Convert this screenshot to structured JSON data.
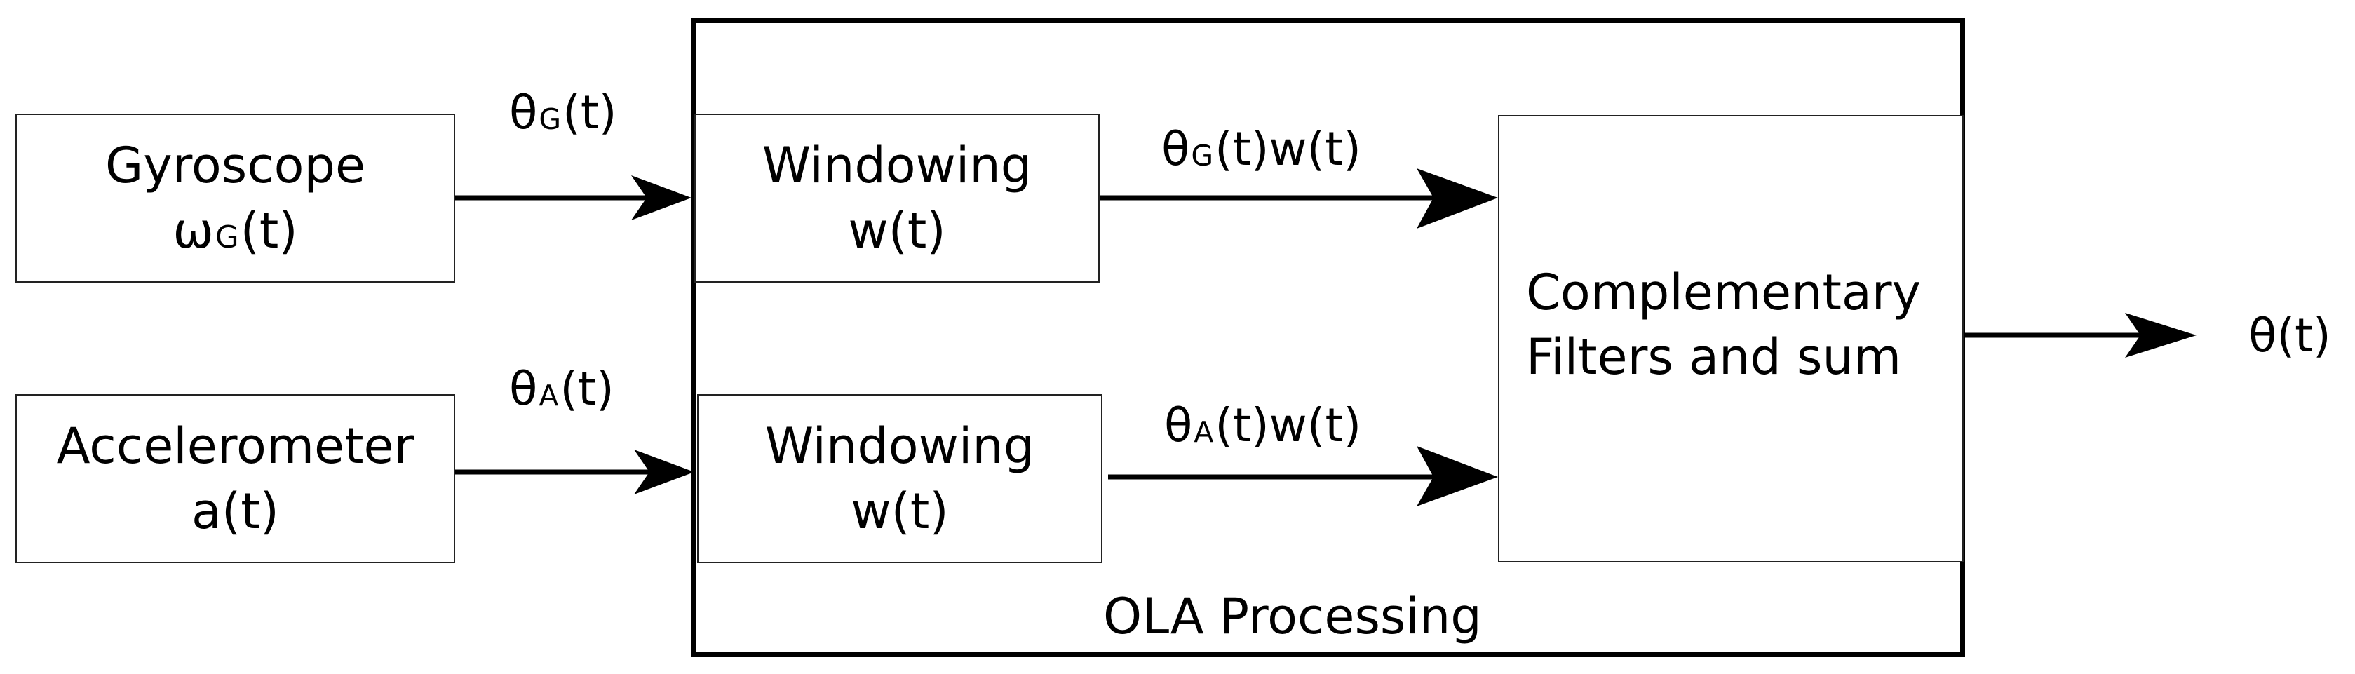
{
  "gyroscope": {
    "title": "Gyroscope",
    "signal_main": "ω",
    "signal_sub": "G",
    "signal_rest": "(t)"
  },
  "accelerometer": {
    "title": "Accelerometer",
    "signal": "a(t)"
  },
  "ola": {
    "label": "OLA Processing"
  },
  "windowing_top": {
    "title": "Windowing",
    "signal": "w(t)"
  },
  "windowing_bottom": {
    "title": "Windowing",
    "signal": "w(t)"
  },
  "combiner": {
    "line1": "Complementary",
    "line2": "Filters and sum"
  },
  "edge_labels": {
    "theta_g": {
      "main": "θ",
      "sub": "G",
      "rest": "(t)"
    },
    "theta_a": {
      "main": "θ",
      "sub": "A",
      "rest": "(t)"
    },
    "theta_g_w": {
      "main": "θ",
      "sub": "G",
      "rest": "(t)w(t)"
    },
    "theta_a_w": {
      "main": "θ",
      "sub": "A",
      "rest": "(t)w(t)"
    },
    "output": "θ(t)"
  }
}
